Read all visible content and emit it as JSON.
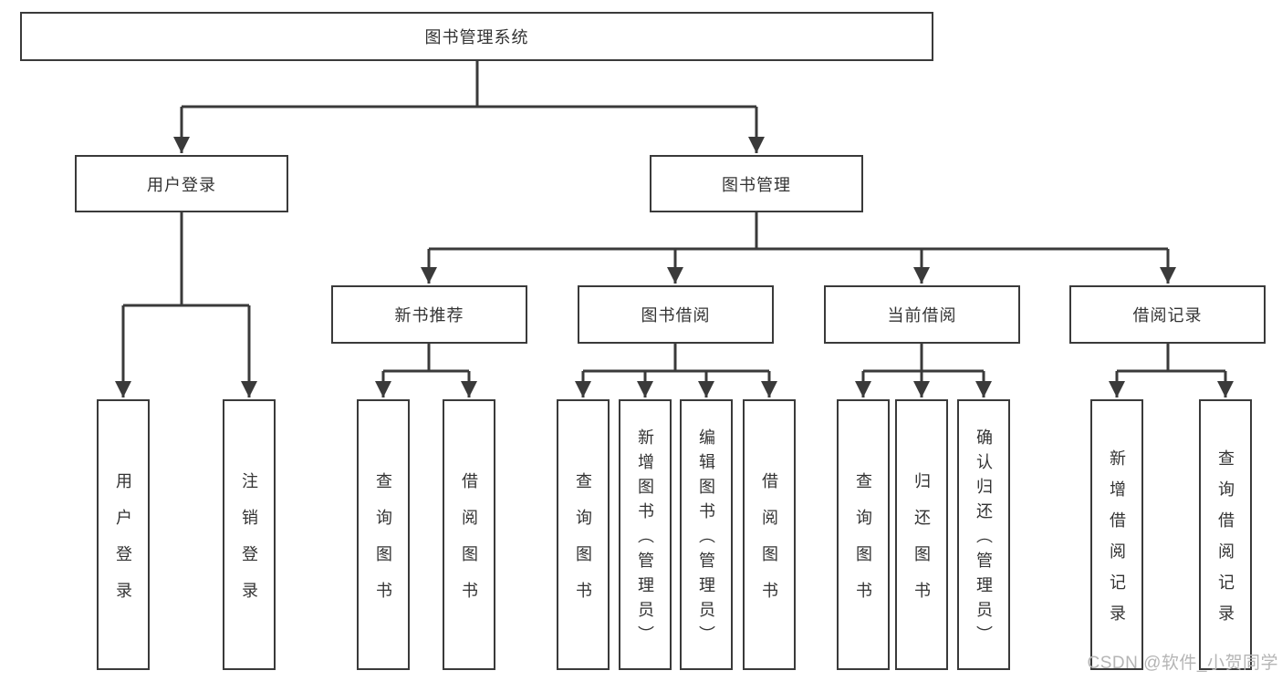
{
  "diagram": {
    "root": {
      "label": "图书管理系统"
    },
    "level2": [
      {
        "id": "user-login",
        "label": "用户登录"
      },
      {
        "id": "book-mgmt",
        "label": "图书管理"
      }
    ],
    "level3": [
      {
        "id": "new-book",
        "label": "新书推荐"
      },
      {
        "id": "book-borrow",
        "label": "图书借阅"
      },
      {
        "id": "current-borrow",
        "label": "当前借阅"
      },
      {
        "id": "borrow-record",
        "label": "借阅记录"
      }
    ],
    "leaves": {
      "user_login": [
        {
          "label": "用户登录"
        },
        {
          "label": "注销登录"
        }
      ],
      "new_book": [
        {
          "label": "查询图书"
        },
        {
          "label": "借阅图书"
        }
      ],
      "book_borrow": [
        {
          "label": "查询图书"
        },
        {
          "label": "新增图书（管理员）"
        },
        {
          "label": "编辑图书（管理员）"
        },
        {
          "label": "借阅图书"
        }
      ],
      "current_borrow": [
        {
          "label": "查询图书"
        },
        {
          "label": "归还图书"
        },
        {
          "label": "确认归还（管理员）"
        }
      ],
      "borrow_record": [
        {
          "label": "新增借阅记录"
        },
        {
          "label": "查询借阅记录"
        }
      ]
    }
  },
  "watermark": {
    "text": "CSDN @软件_小贺同学"
  },
  "colors": {
    "line": "#3a3a3a",
    "box_border": "#3a3a3a",
    "text": "#333333",
    "watermark": "#b5b5b5",
    "background": "#ffffff"
  }
}
